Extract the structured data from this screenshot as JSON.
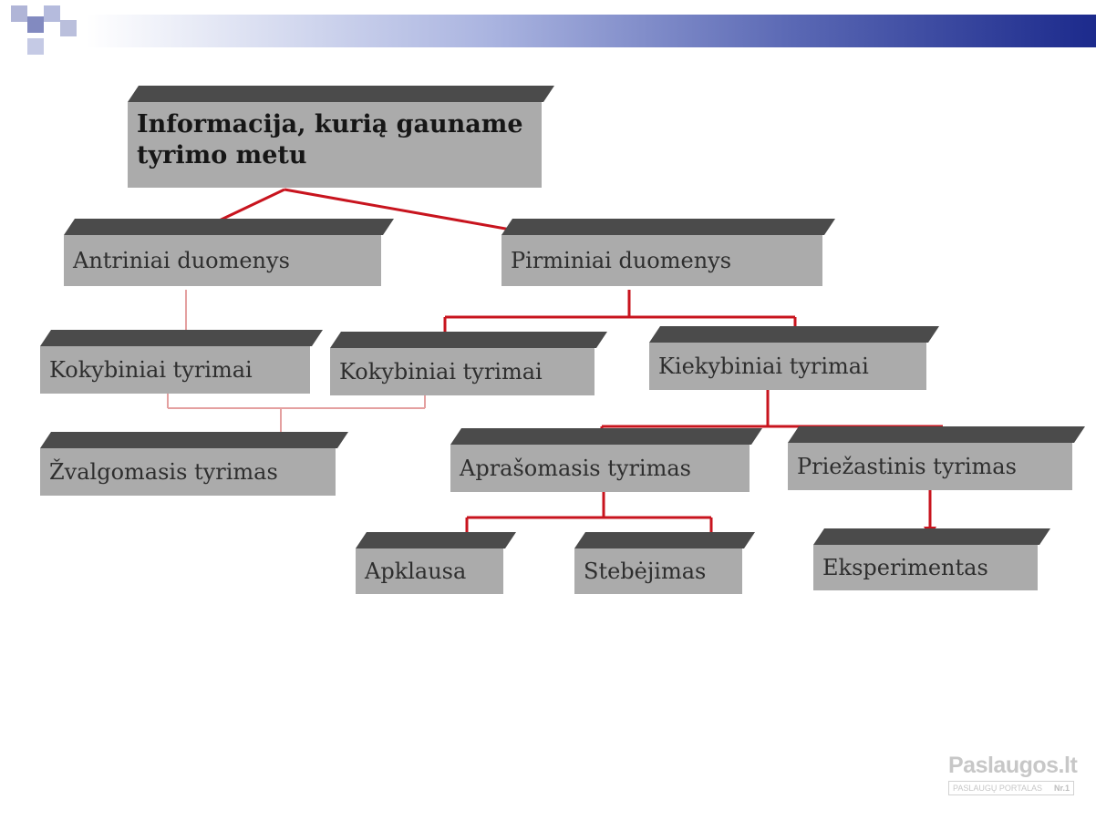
{
  "colors": {
    "connector": "#c8141e",
    "connector_faint": "#e4a0a0",
    "box_face": "#ababab",
    "box_roof": "#4b4b4b",
    "title_band_end": "#1c2a8c"
  },
  "diagram": {
    "root": "Informacija, kurią gauname tyrimo metu",
    "antriniai": "Antriniai duomenys",
    "pirminiai": "Pirminiai duomenys",
    "kokybiniai_left": "Kokybiniai tyrimai",
    "kokybiniai_right": "Kokybiniai tyrimai",
    "kiekybiniai": "Kiekybiniai tyrimai",
    "zvalgomasis": "Žvalgomasis tyrimas",
    "aprasomasis": "Aprašomasis tyrimas",
    "priezastinis": "Priežastinis tyrimas",
    "apklausa": "Apklausa",
    "stebejimas": "Stebėjimas",
    "eksperimentas": "Eksperimentas"
  },
  "watermark": {
    "brand": "Paslaugos.lt",
    "tagline": "PASLAUGŲ PORTALAS",
    "rank": "Nr.1"
  }
}
